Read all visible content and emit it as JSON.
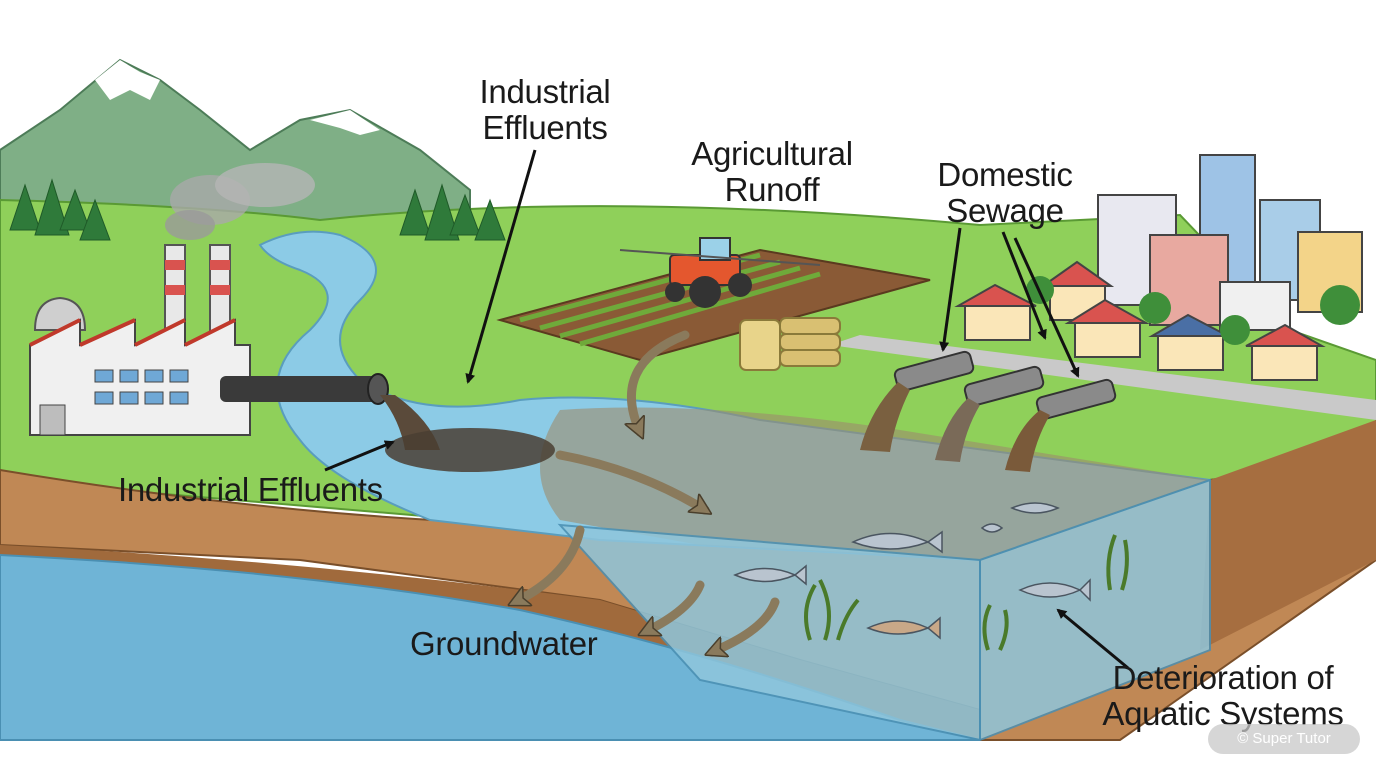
{
  "labels": {
    "industrial_top_line1": "Industrial",
    "industrial_top_line2": "Effluents",
    "agricultural_line1": "Agricultural",
    "agricultural_line2": "Runoff",
    "domestic_line1": "Domestic",
    "domestic_line2": "Sewage",
    "industrial_left": "Industrial Effluents",
    "groundwater": "Groundwater",
    "deterioration_line1": "Deterioration of",
    "deterioration_line2": "Aquatic Systems"
  },
  "watermark": "© Super Tutor",
  "colors": {
    "sky": "#ffffff",
    "grass": "#7ec850",
    "soil": "#b57a4a",
    "river": "#8ccbe6",
    "polluted_water": "#7a6a52",
    "groundwater": "#6fb4d6",
    "arrow_flow": "#8a7a5c",
    "label_arrow": "#111111"
  }
}
